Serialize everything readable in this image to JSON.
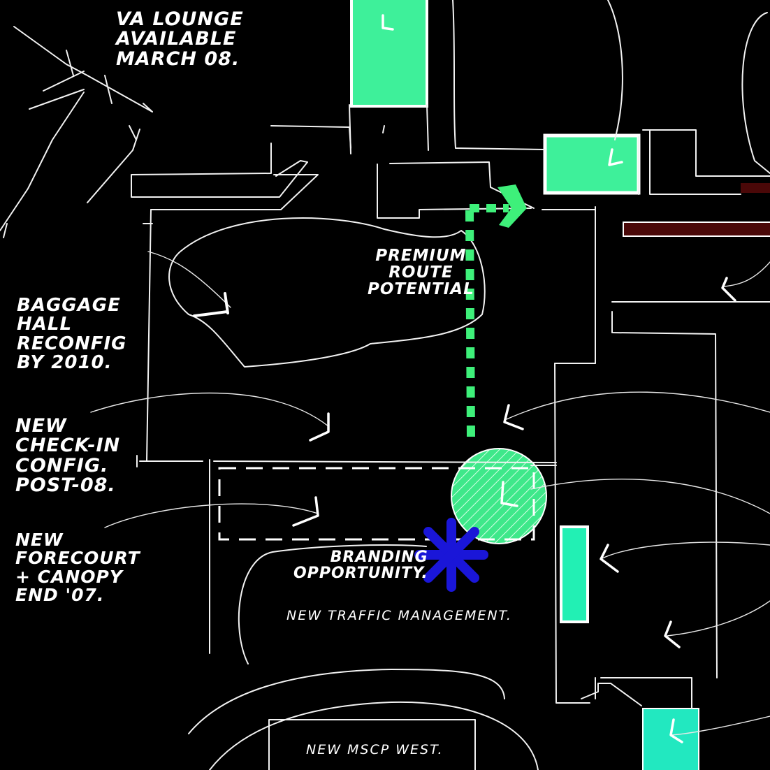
{
  "annotations": {
    "va_lounge": "VA LOUNGE\nAVAILABLE\nMARCH 08.",
    "baggage_hall": "BAGGAGE\nHALL\nRECONFIG\nBY 2010.",
    "check_in": "NEW\nCHECK-IN\nCONFIG.\nPOST-08.",
    "forecourt": "NEW\nFORECOURT\n+ CANOPY\nEND '07.",
    "premium_route": "PREMIUM\nROUTE\nPOTENTIAL",
    "branding": "BRANDING\nOPPORTUNITY.",
    "traffic": "NEW TRAFFIC MANAGEMENT.",
    "mscp": "NEW MSCP WEST."
  },
  "colors": {
    "background": "#000000",
    "linework": "#f2f2f2",
    "green": "#3ee88a",
    "teal": "#1ee8b4",
    "branding_blue": "#1a16d8",
    "dark_red": "#5a0a0a"
  },
  "icons": {
    "branding_marker": "asterisk-icon",
    "direction_marker": "arrow-icon"
  }
}
